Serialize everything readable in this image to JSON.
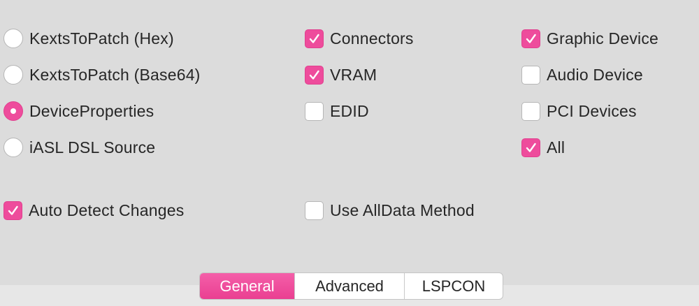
{
  "colors": {
    "accent": "#ee4c9c",
    "background": "#dcdcdc"
  },
  "output_format": {
    "options": [
      {
        "label": "KextsToPatch (Hex)",
        "selected": false
      },
      {
        "label": "KextsToPatch (Base64)",
        "selected": false
      },
      {
        "label": "DeviceProperties",
        "selected": true
      },
      {
        "label": "iASL DSL Source",
        "selected": false
      }
    ]
  },
  "patch_options": [
    {
      "label": "Connectors",
      "checked": true
    },
    {
      "label": "VRAM",
      "checked": true
    },
    {
      "label": "EDID",
      "checked": false
    }
  ],
  "device_options": [
    {
      "label": "Graphic Device",
      "checked": true
    },
    {
      "label": "Audio Device",
      "checked": false
    },
    {
      "label": "PCI Devices",
      "checked": false
    },
    {
      "label": "All",
      "checked": true
    }
  ],
  "auto_detect": {
    "label": "Auto Detect Changes",
    "checked": true
  },
  "alldata": {
    "label": "Use AllData Method",
    "checked": false
  },
  "tabs": [
    {
      "label": "General",
      "active": true
    },
    {
      "label": "Advanced",
      "active": false
    },
    {
      "label": "LSPCON",
      "active": false
    }
  ]
}
